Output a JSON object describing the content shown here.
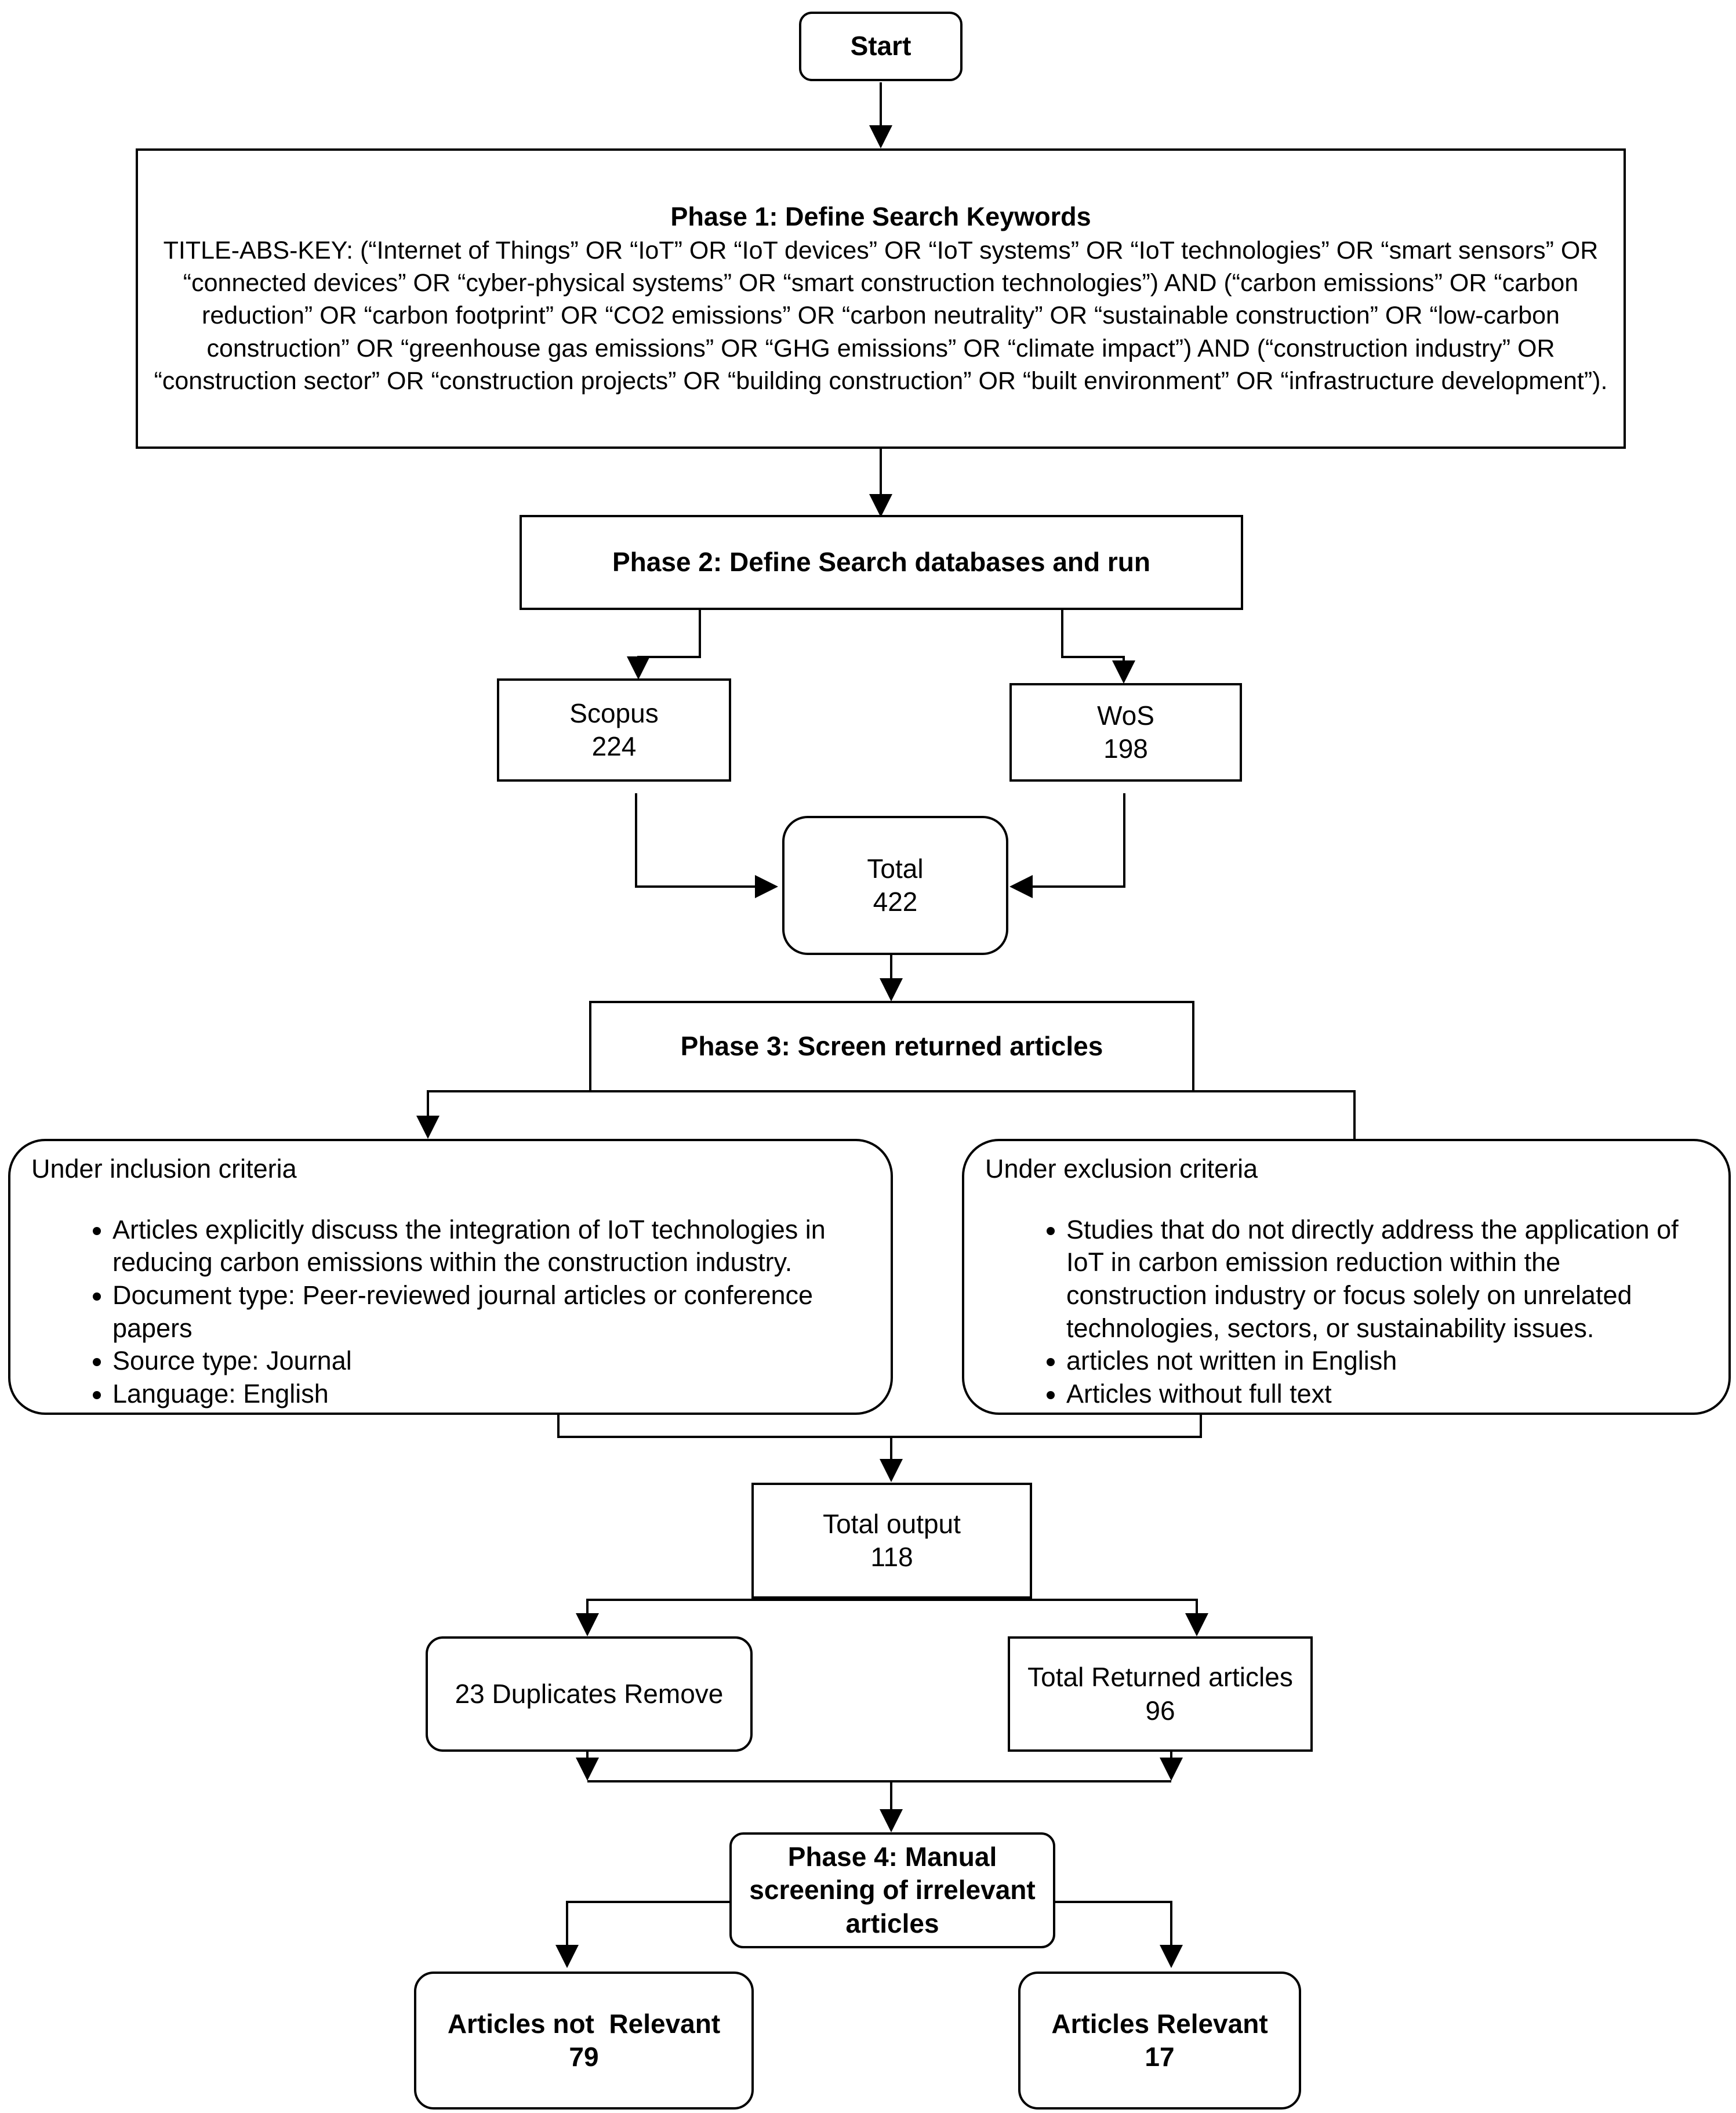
{
  "nodes": {
    "start": "Start",
    "phase1": {
      "title": "Phase 1: Define Search Keywords",
      "query": "TITLE-ABS-KEY: (“Internet of Things” OR “IoT” OR “IoT devices” OR “IoT systems” OR “IoT technologies” OR “smart sensors” OR “connected devices” OR “cyber-physical systems” OR “smart construction technologies”) AND (“carbon emissions” OR “carbon reduction” OR “carbon footprint” OR “CO2 emissions” OR “carbon neutrality” OR “sustainable construction” OR “low-carbon construction” OR “greenhouse gas emissions” OR “GHG emissions” OR “climate impact”) AND (“construction industry” OR “construction sector” OR “construction projects” OR “building construction” OR “built environment” OR “infrastructure development”)."
    },
    "phase2": "Phase 2: Define Search databases and run",
    "scopus": {
      "label": "Scopus",
      "count": "224"
    },
    "wos": {
      "label": "WoS",
      "count": "198"
    },
    "total": {
      "label": "Total",
      "count": "422"
    },
    "phase3": "Phase 3: Screen returned articles",
    "inclusion": {
      "heading": "Under inclusion criteria",
      "items": [
        "Articles explicitly discuss the integration of IoT technologies in reducing carbon emissions within the construction industry.",
        "Document type: Peer-reviewed journal articles or conference papers",
        "Source type: Journal",
        "Language: English"
      ]
    },
    "exclusion": {
      "heading": "Under exclusion criteria",
      "items": [
        "Studies that do not directly address the application of IoT in carbon emission reduction within the construction industry or focus solely on unrelated technologies, sectors, or sustainability issues.",
        "articles not written in English",
        "Articles without full text"
      ]
    },
    "total_output": {
      "label": "Total output",
      "count": "118"
    },
    "duplicates": "23 Duplicates Remove",
    "returned": {
      "label": "Total Returned articles",
      "count": "96"
    },
    "phase4": "Phase 4: Manual screening of irrelevant articles",
    "not_relevant": {
      "label": "Articles not  Relevant",
      "count": "79"
    },
    "relevant": {
      "label": "Articles Relevant",
      "count": "17"
    }
  }
}
